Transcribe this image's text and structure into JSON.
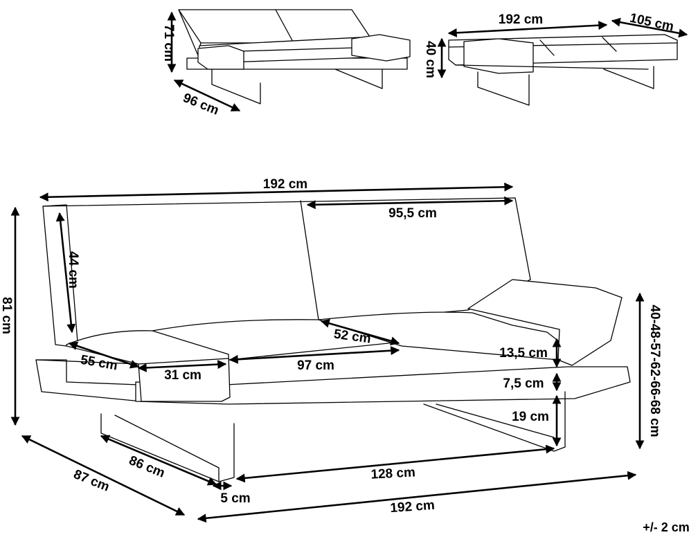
{
  "top_left_view": {
    "height": "71 cm",
    "depth": "96 cm"
  },
  "top_right_view": {
    "width": "192 cm",
    "length": "105 cm",
    "height": "40 cm"
  },
  "main_view": {
    "total_width_top": "192 cm",
    "backrest_half_width": "95,5 cm",
    "backrest_height": "44 cm",
    "total_height": "81 cm",
    "adjustable_heights": "40-48-57-62-66-68 cm",
    "seat_cushion_depth": "52 cm",
    "armrest_depth": "55 cm",
    "armrest_width": "31 cm",
    "seat_width": "97 cm",
    "cushion_thickness": "13,5 cm",
    "base_thickness": "7,5 cm",
    "leg_height": "19 cm",
    "leg_span": "128 cm",
    "frame_depth": "86 cm",
    "total_depth": "87 cm",
    "leg_width": "5 cm",
    "total_width_bottom": "192 cm"
  },
  "tolerance": "+/- 2 cm"
}
